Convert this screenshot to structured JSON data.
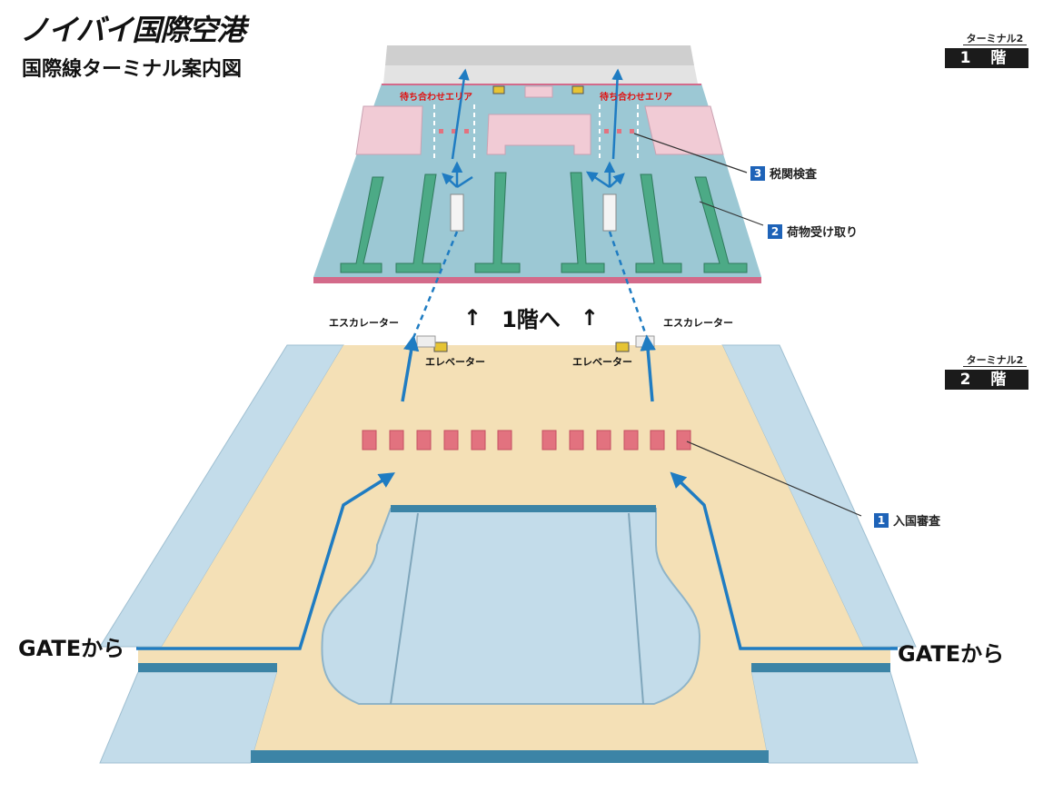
{
  "title": "ノイバイ国際空港",
  "subtitle": "国際線ターミナル案内図",
  "floor_badges": [
    {
      "terminal": "ターミナル2",
      "floor": "1 階"
    },
    {
      "terminal": "ターミナル2",
      "floor": "2 階"
    }
  ],
  "callouts": [
    {
      "num": "3",
      "label": "税関検査"
    },
    {
      "num": "2",
      "label": "荷物受け取り"
    },
    {
      "num": "1",
      "label": "入国審査"
    }
  ],
  "meeting_area": "待ち合わせエリア",
  "escalator": "エスカレーター",
  "elevator": "エレベーター",
  "up_label": "1階へ",
  "up_arrow": "↑",
  "gate_label": "GATEから",
  "colors": {
    "floor1_base": "#9cc8d4",
    "floor2_base": "#f4e0b6",
    "carousel": "#4caa86",
    "pink_block": "#f1cbd5",
    "route": "#1f7cc2",
    "side_blue": "#c3dcea",
    "badge_bg": "#1b1b1b",
    "meeting_text": "#e01010"
  },
  "icons": [
    "escalator-icon",
    "elevator-icon",
    "route-arrow-icon"
  ]
}
